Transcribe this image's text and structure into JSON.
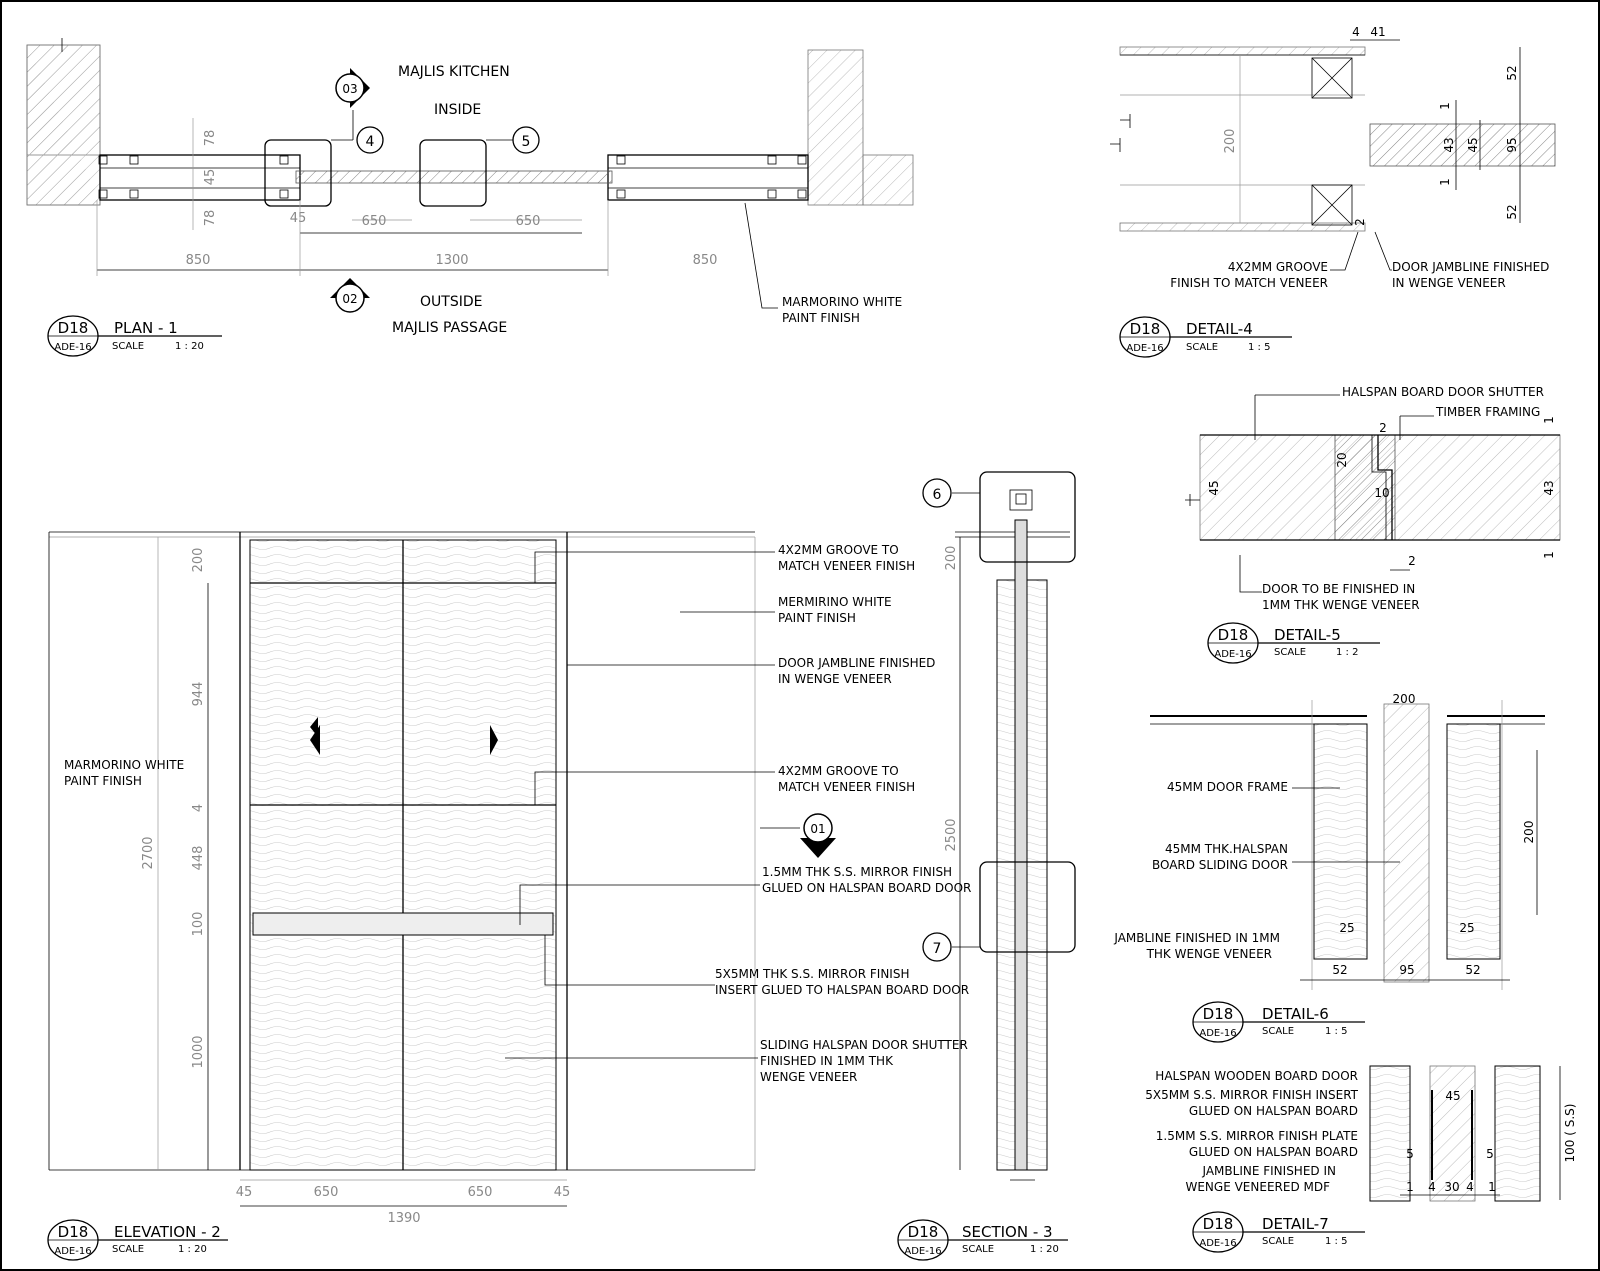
{
  "plan": {
    "title": "PLAN - 1",
    "sheet": "D18",
    "ref": "ADE-16",
    "scale_label": "SCALE",
    "scale": "1 : 20",
    "room_top": "MAJLIS KITCHEN",
    "side_top": "INSIDE",
    "side_bottom": "OUTSIDE",
    "room_bottom": "MAJLIS PASSAGE",
    "marker_top": "03",
    "marker_bottom": "02",
    "callout_4": "4",
    "callout_5": "5",
    "dims": [
      "78",
      "45",
      "78",
      "45",
      "650",
      "650",
      "850",
      "1300",
      "850"
    ],
    "note": [
      "MARMORINO WHITE",
      "PAINT FINISH"
    ]
  },
  "detail4": {
    "title": "DETAIL-4",
    "sheet": "D18",
    "ref": "ADE-16",
    "scale_label": "SCALE",
    "scale": "1 : 5",
    "dims": [
      "4",
      "41",
      "52",
      "200",
      "1",
      "43",
      "45",
      "95",
      "1",
      "52",
      "2"
    ],
    "note_left": [
      "4X2MM GROOVE",
      "FINISH TO MATCH VENEER"
    ],
    "note_right": [
      "DOOR JAMBLINE FINISHED",
      "IN WENGE VENEER"
    ]
  },
  "detail5": {
    "title": "DETAIL-5",
    "sheet": "D18",
    "ref": "ADE-16",
    "scale_label": "SCALE",
    "scale": "1 : 2",
    "label_top1": "HALSPAN BOARD DOOR SHUTTER",
    "label_top2": "TIMBER FRAMING",
    "dims": [
      "2",
      "1",
      "45",
      "20",
      "10",
      "43",
      "1",
      "2"
    ],
    "note_bottom": [
      "DOOR TO BE FINISHED IN",
      "1MM THK WENGE VENEER"
    ]
  },
  "detail6": {
    "title": "DETAIL-6",
    "sheet": "D18",
    "ref": "ADE-16",
    "scale_label": "SCALE",
    "scale": "1 : 5",
    "dims": [
      "200",
      "200",
      "25",
      "25",
      "52",
      "95",
      "52"
    ],
    "labels": [
      "45MM DOOR FRAME",
      "45MM THK.HALSPAN",
      "BOARD SLIDING DOOR",
      "JAMBLINE FINISHED IN 1MM",
      "THK WENGE VENEER"
    ]
  },
  "detail7": {
    "title": "DETAIL-7",
    "sheet": "D18",
    "ref": "ADE-16",
    "scale_label": "SCALE",
    "scale": "1 : 5",
    "labels": [
      "HALSPAN WOODEN BOARD DOOR",
      "5X5MM S.S. MIRROR FINISH INSERT",
      "GLUED ON HALSPAN BOARD",
      "1.5MM S.S. MIRROR FINISH PLATE",
      "GLUED ON HALSPAN BOARD",
      "JAMBLINE FINISHED IN",
      "WENGE VENEERED MDF"
    ],
    "dims": [
      "45",
      "5",
      "5",
      "1",
      "4",
      "30",
      "4",
      "1",
      "100 ( S.S)"
    ]
  },
  "elevation": {
    "title": "ELEVATION - 2",
    "sheet": "D18",
    "ref": "ADE-16",
    "scale_label": "SCALE",
    "scale": "1 : 20",
    "marker": "01",
    "dims_v": [
      "200",
      "944",
      "4",
      "448",
      "100",
      "1000",
      "2700"
    ],
    "dims_h": [
      "45",
      "650",
      "650",
      "45",
      "1390"
    ],
    "left_note": [
      "MARMORINO WHITE",
      "PAINT FINISH"
    ],
    "notes": [
      [
        "4X2MM GROOVE TO",
        "MATCH VENEER FINISH"
      ],
      [
        "MERMIRINO WHITE",
        "PAINT FINISH"
      ],
      [
        "DOOR JAMBLINE FINISHED",
        "IN WENGE VENEER"
      ],
      [
        "4X2MM GROOVE TO",
        "MATCH VENEER FINISH"
      ],
      [
        "1.5MM THK S.S. MIRROR FINISH",
        "GLUED ON HALSPAN BOARD DOOR"
      ],
      [
        "5X5MM THK S.S. MIRROR FINISH",
        "INSERT GLUED TO HALSPAN BOARD DOOR"
      ],
      [
        "SLIDING HALSPAN DOOR SHUTTER",
        "FINISHED IN 1MM THK",
        "WENGE VENEER"
      ]
    ]
  },
  "section": {
    "title": "SECTION - 3",
    "sheet": "D18",
    "ref": "ADE-16",
    "scale_label": "SCALE",
    "scale": "1 : 20",
    "callout_6": "6",
    "callout_7": "7",
    "dims": [
      "200",
      "2500"
    ]
  }
}
